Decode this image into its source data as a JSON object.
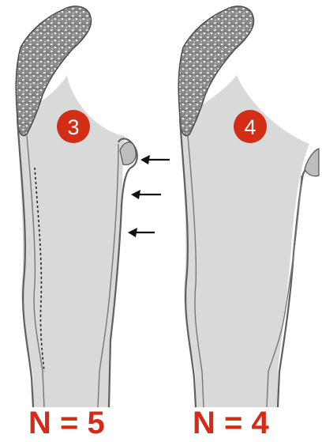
{
  "panels": [
    {
      "badge": "3",
      "count_label": "N = 5",
      "arrow_count": 3
    },
    {
      "badge": "4",
      "count_label": "N = 4",
      "arrow_count": 0
    }
  ],
  "colors": {
    "badge_fill": "#d12d17",
    "label_color": "#d62a16",
    "bone_fill": "#d9d9d9",
    "bone_outline": "#5f5f5f",
    "cancellous": "#8a8a8a",
    "arrow": "#111111"
  }
}
